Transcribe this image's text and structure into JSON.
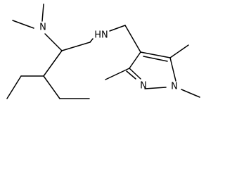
{
  "molecule": {
    "atoms": {
      "n_dimethylamino": "N",
      "nh_amine": "HN",
      "n_pyrazole_1": "N",
      "n_pyrazole_2": "N"
    }
  }
}
